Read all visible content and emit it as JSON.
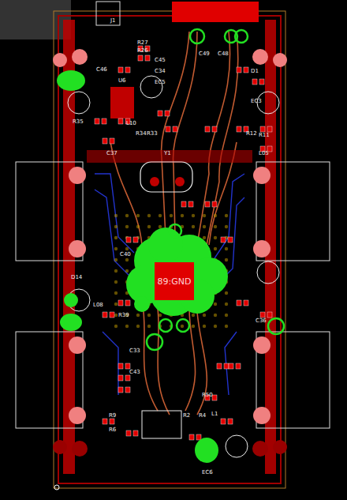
{
  "diagram": {
    "nodes": [
      {
        "text": [
          "89:GND"
        ]
      }
    ],
    "labels": [
      "J1",
      "R27",
      "R26",
      "C45",
      "C34",
      "EC5",
      "C46",
      "U6",
      "L10",
      "C49",
      "C48",
      "D1",
      "EC3",
      "C37",
      "R35",
      "R34",
      "R33",
      "Y1",
      "R12",
      "R11",
      "L05",
      "D14",
      "R39",
      "L08",
      "C40",
      "C43",
      "R9",
      "R6",
      "R2",
      "R4",
      "EC6",
      "R50",
      "C36",
      "C33",
      "L1"
    ]
  }
}
